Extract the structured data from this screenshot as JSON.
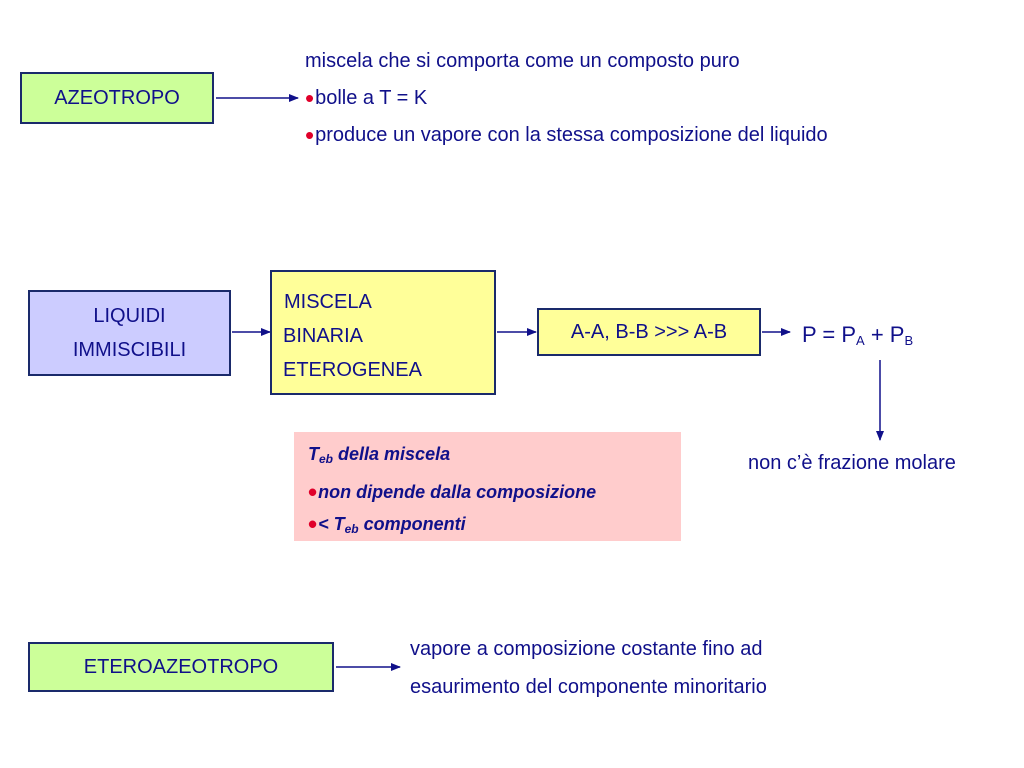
{
  "azeotropo": {
    "label": "AZEOTROPO",
    "line1": "miscela che si comporta come un composto puro",
    "bullet1": "bolle a T = K",
    "bullet2": "produce un vapore con la stessa composizione del liquido"
  },
  "liquidi": {
    "line1": "LIQUIDI",
    "line2": "IMMISCIBILI"
  },
  "miscela": {
    "line1": "MISCELA",
    "line2": "BINARIA",
    "line3": "ETEROGENEA"
  },
  "interactions": {
    "label": "A-A, B-B >>> A-B"
  },
  "pressure": {
    "p": "P = P",
    "sub_a": "A",
    "plus": " + P",
    "sub_b": "B"
  },
  "molar": {
    "label": "non c’è frazione molare"
  },
  "teb": {
    "t": "T",
    "sub": "eb",
    "title_rest": " della miscela",
    "bullet1": "non dipende dalla composizione",
    "bullet2_pre": "< T",
    "bullet2_sub": "eb",
    "bullet2_post": " componenti"
  },
  "eteroazeotropo": {
    "label": "ETEROAZEOTROPO",
    "line1": "vapore a composizione costante fino ad",
    "line2": "esaurimento del componente minoritario"
  },
  "colors": {
    "text": "#10108a",
    "bullet": "#e0002a",
    "green": "#ccff99",
    "blue": "#ccccff",
    "yellow": "#ffff99",
    "pink": "#ffcccc"
  }
}
